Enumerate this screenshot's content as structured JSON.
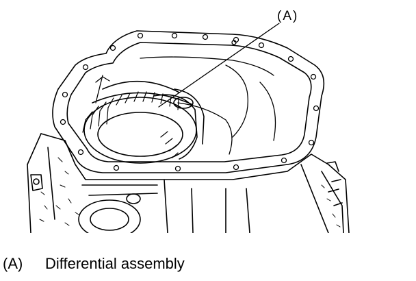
{
  "callout": {
    "label": "(A)"
  },
  "legend": {
    "items": [
      {
        "key": "(A)",
        "text": "Differential assembly"
      }
    ]
  },
  "colors": {
    "ink": "#000000",
    "paper": "#ffffff"
  }
}
